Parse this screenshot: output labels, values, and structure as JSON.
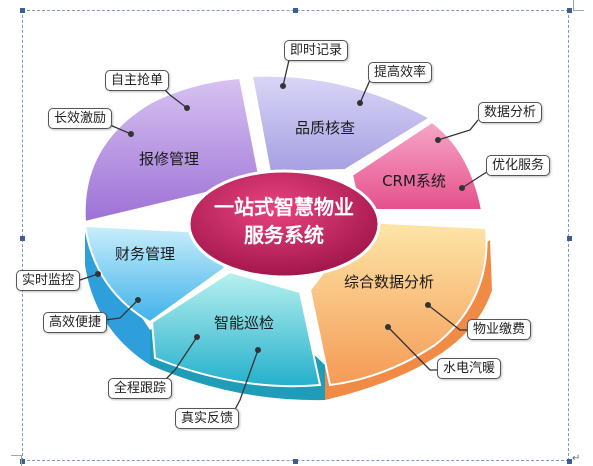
{
  "center": {
    "line1": "一站式智慧物业",
    "line2": "服务系统"
  },
  "segments": {
    "quality": "品质核查",
    "crm": "CRM系统",
    "analysis": "综合数据分析",
    "inspection": "智能巡检",
    "finance": "财务管理",
    "repair": "报修管理"
  },
  "callouts": {
    "instant_record": "即时记录",
    "efficiency": "提高效率",
    "data_analysis": "数据分析",
    "optimize_service": "优化服务",
    "property_fee": "物业缴费",
    "utilities": "水电汽暖",
    "full_tracking": "全程跟踪",
    "real_feedback": "真实反馈",
    "realtime_monitor": "实时监控",
    "efficient_convenient": "高效便捷",
    "long_incentive": "长效激励",
    "self_grab": "自主抢单"
  },
  "colors": {
    "quality": "#b9b4ea",
    "crm": "#f06aa0",
    "analysis": "#f8c46a",
    "inspection": "#36c8d8",
    "finance": "#66c7f2",
    "repair": "#b68ee0",
    "center": "#b81c5a",
    "frame": "#7e9bc7"
  }
}
